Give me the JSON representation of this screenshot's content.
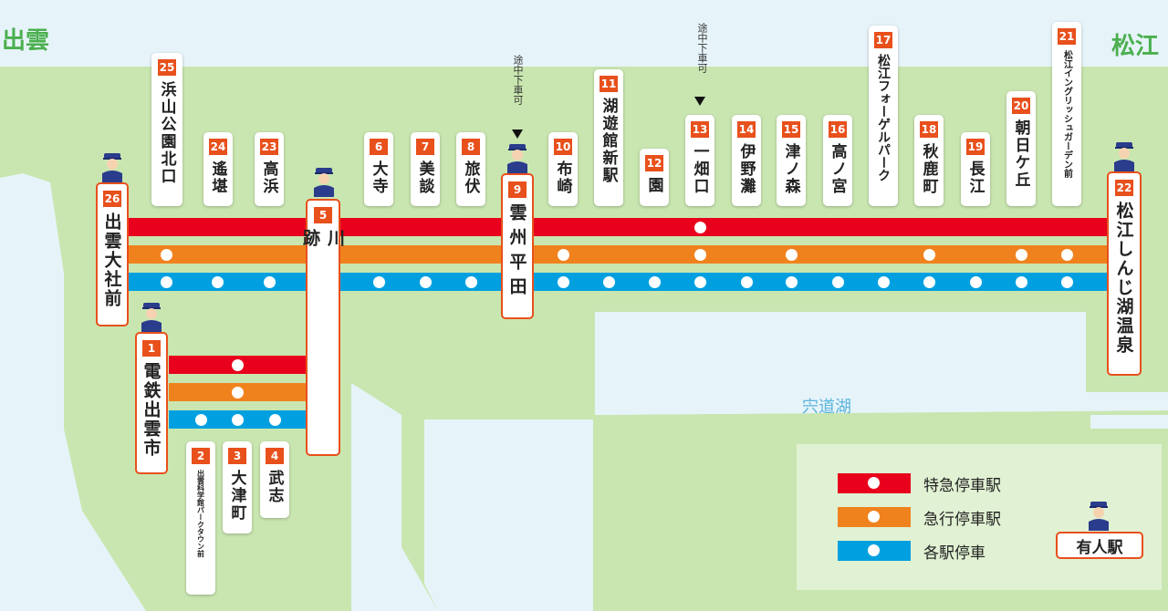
{
  "regions": {
    "west": "出雲",
    "east": "松江"
  },
  "lake": "宍道湖",
  "note_text": "途中下車可",
  "colors": {
    "express_limited": "#e8001c",
    "express": "#f0821e",
    "local": "#00a0e0",
    "station_number": "#e8501c",
    "land": "#c9e6b0",
    "water": "#e6f4fa"
  },
  "stations": [
    {
      "num": "1",
      "name": "電鉄出雲市"
    },
    {
      "num": "2",
      "name": "出雲科学館パークタウン前"
    },
    {
      "num": "3",
      "name": "大津町"
    },
    {
      "num": "4",
      "name": "武志"
    },
    {
      "num": "5",
      "name": "川跡"
    },
    {
      "num": "6",
      "name": "大寺"
    },
    {
      "num": "7",
      "name": "美談"
    },
    {
      "num": "8",
      "name": "旅伏"
    },
    {
      "num": "9",
      "name": "雲州平田"
    },
    {
      "num": "10",
      "name": "布崎"
    },
    {
      "num": "11",
      "name": "湖遊館新駅"
    },
    {
      "num": "12",
      "name": "園"
    },
    {
      "num": "13",
      "name": "一畑口"
    },
    {
      "num": "14",
      "name": "伊野灘"
    },
    {
      "num": "15",
      "name": "津ノ森"
    },
    {
      "num": "16",
      "name": "高ノ宮"
    },
    {
      "num": "17",
      "name": "松江フォーゲルパーク"
    },
    {
      "num": "18",
      "name": "秋鹿町"
    },
    {
      "num": "19",
      "name": "長江"
    },
    {
      "num": "20",
      "name": "朝日ケ丘"
    },
    {
      "num": "21",
      "name": "松江イングリッシュガーデン前"
    },
    {
      "num": "22",
      "name": "松江しんじ湖温泉"
    },
    {
      "num": "23",
      "name": "高浜"
    },
    {
      "num": "24",
      "name": "遙堪"
    },
    {
      "num": "25",
      "name": "浜山公園北口"
    },
    {
      "num": "26",
      "name": "出雲大社前"
    }
  ],
  "legend": {
    "limited_express": "特急停車駅",
    "express": "急行停車駅",
    "local": "各駅停車",
    "staffed": "有人駅"
  }
}
